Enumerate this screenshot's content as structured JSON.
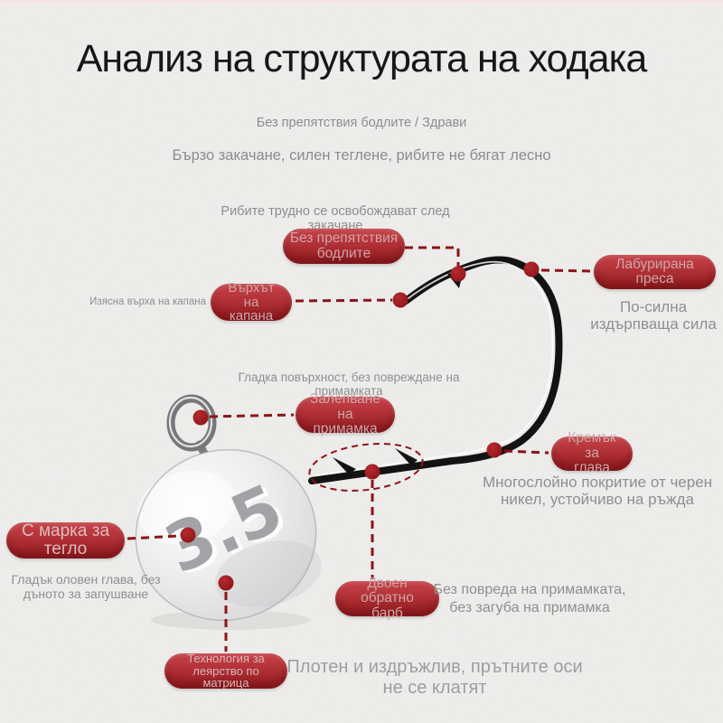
{
  "header": {
    "title": "Анализ на структурата на ходака",
    "tagline": "Без препятствия бодлите / Здрави",
    "subtitle": "Бързо закачане, силен теглене, рибите не бягат лесно",
    "note": "Рибите трудно се освобождават след закачане"
  },
  "product": {
    "weight_mark": "3.5"
  },
  "callouts": {
    "no_obstacle_barbs": {
      "lines": [
        "Без препятствия",
        "бодлите"
      ]
    },
    "labored_press": {
      "lines": [
        "Лабурирана",
        "преса"
      ],
      "note_lines": [
        "По-силна",
        "издърпваща сила"
      ]
    },
    "trap_tip": {
      "lines": [
        "Върхът",
        "на",
        "капана"
      ],
      "note": "Изясна върха на капана"
    },
    "bait_glue": {
      "lines": [
        "Залепване",
        "на",
        "примамка"
      ],
      "note": "Гладка повърхност, без повреждане на примамката"
    },
    "head_flint": {
      "lines": [
        "Кремък",
        "за",
        "глава"
      ],
      "note_lines": [
        "Многослойно покритие от черен",
        "никел, устойчиво на ръжда"
      ]
    },
    "weight_mark": {
      "lines": [
        "С марка за",
        "тегло"
      ],
      "note_lines": [
        "Гладък оловен глава, без",
        "дъното за запушване"
      ]
    },
    "double_barb": {
      "lines": [
        "Двоен",
        "обратно",
        "барб"
      ],
      "note_lines": [
        "Без повреда на примамката,",
        "без загуба на примамка"
      ]
    },
    "mold_casting": {
      "lines": [
        "Технология за",
        "леярство по",
        "матрица"
      ],
      "note_lines": [
        "Плотен и издръжлив, прътните оси",
        "не се клатят"
      ]
    }
  },
  "colors": {
    "background": "#eeedeb",
    "pill_top": "#c64247",
    "pill_bottom": "#8e1d22",
    "pill_text": "#cda6a8",
    "connector": "#8c1418",
    "dot": "#9e1b1f",
    "note_text": "#8f8f8f",
    "title_text": "#171717"
  }
}
